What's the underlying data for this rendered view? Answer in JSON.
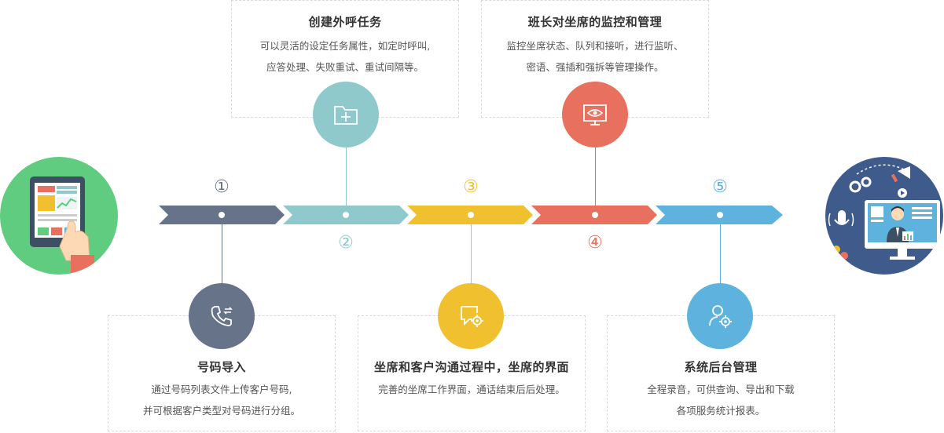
{
  "steps": [
    {
      "num": "①",
      "title": "号码导入",
      "lines": [
        "通过号码列表文件上传客户号码,",
        "并可根据客户类型对号码进行分组。"
      ],
      "color": "#667389",
      "icon": "phone-transfer-icon"
    },
    {
      "num": "②",
      "title": "创建外呼任务",
      "lines": [
        "可以灵活的设定任务属性，如定时呼叫,",
        "应答处理、失败重试、重试间隔等。"
      ],
      "color": "#8fc9cb",
      "icon": "folder-add-icon"
    },
    {
      "num": "③",
      "title": "坐席和客户沟通过程中，坐席的界面",
      "lines": [
        "完善的坐席工作界面，通话结束后后处理。"
      ],
      "color": "#f0c02f",
      "icon": "chat-settings-icon"
    },
    {
      "num": "④",
      "title": "班长对坐席的监控和管理",
      "lines": [
        "监控坐席状态、队列和接听，进行监听、",
        "密语、强插和强拆等管理操作。"
      ],
      "color": "#e8705f",
      "icon": "monitor-eye-icon"
    },
    {
      "num": "⑤",
      "title": "系统后台管理",
      "lines": [
        "全程录音，可供查询、导出和下载",
        "各项服务统计报表。"
      ],
      "color": "#5db3dd",
      "icon": "user-settings-icon"
    }
  ]
}
